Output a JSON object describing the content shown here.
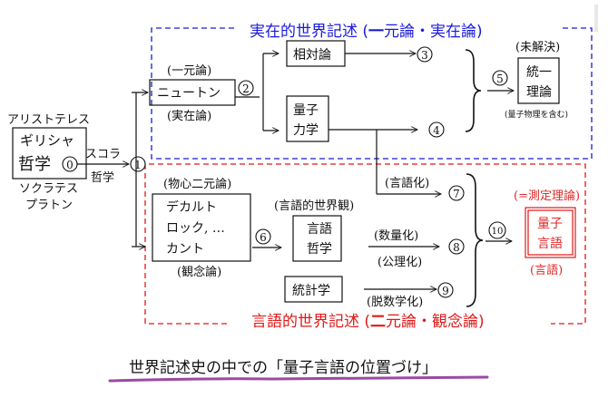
{
  "title": "世界記述史の中での「量子言語の位置づけ」",
  "colors": {
    "realist_region": "#1a1adb",
    "linguistic_region": "#e01818",
    "underline": "#9b4aa3",
    "text": "#111111"
  },
  "regions": {
    "realist": {
      "label_prefix": "実在的世界記述 (",
      "label_bold": "一",
      "label_suffix": "元論・実在論)"
    },
    "linguistic": {
      "label_prefix": "言語的世界記述 (",
      "label_bold": "二",
      "label_suffix": "元論・観念論)"
    }
  },
  "nodes": {
    "greek": {
      "line1": "ギリシャ",
      "line2": "哲学",
      "num": "0",
      "above": "アリストテレス",
      "below1": "ソクラテス",
      "below2": "プラトン"
    },
    "scholastic": {
      "line1": "スコラ",
      "line2": "哲学",
      "num": "1"
    },
    "newton": {
      "label": "ニュートン",
      "above": "(一元論)",
      "below": "(実在論)",
      "num": "2"
    },
    "relativity": {
      "label": "相対論",
      "num": "3"
    },
    "quantum_mechanics": {
      "line1": "量子",
      "line2": "力学",
      "num": "4"
    },
    "unified_theory": {
      "line1": "統一",
      "line2": "理論",
      "above": "(未解決)",
      "below": "(量子物理を含む)",
      "num": "5"
    },
    "dualism": {
      "line1": "デカルト",
      "line2": "ロック, …",
      "line3": "カント",
      "above": "(物心二元論)",
      "below": "(観念論)",
      "num": "6"
    },
    "philosophy_of_language": {
      "line1": "言語",
      "line2": "哲学",
      "above": "(言語的世界観)"
    },
    "statistics": {
      "label": "統計学"
    },
    "arrow7": {
      "label": "(言語化)",
      "num": "7"
    },
    "arrow8": {
      "above": "(数量化)",
      "below": "(公理化)",
      "num": "8"
    },
    "arrow9": {
      "below": "(脱数学化)",
      "num": "9"
    },
    "quantum_language": {
      "line1": "量子",
      "line2": "言語",
      "above": "(=測定理論)",
      "below": "(言語)",
      "num": "10"
    }
  }
}
